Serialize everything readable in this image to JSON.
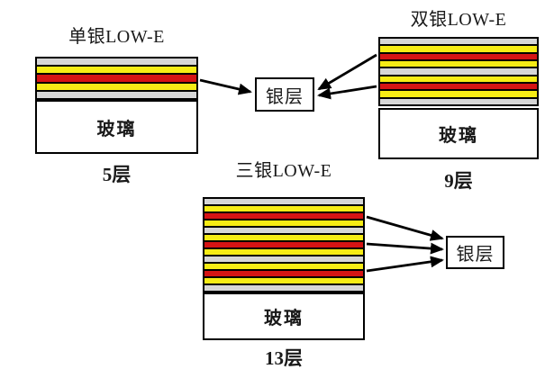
{
  "labels": {
    "silver_layer": "银层"
  },
  "colors": {
    "gray": "#d6d6d6",
    "yellow": "#f6ec15",
    "red": "#d51414",
    "glass": "#ffffff",
    "border": "#000000"
  },
  "stacks": [
    {
      "id": "single-silver",
      "title": "单银LOW-E",
      "layers": [
        "gray",
        "yellow",
        "red",
        "yellow",
        "gray"
      ],
      "glass_label": "玻璃",
      "count_label": "5层"
    },
    {
      "id": "double-silver",
      "title": "双银LOW-E",
      "layers": [
        "gray",
        "yellow",
        "red",
        "yellow",
        "gray",
        "yellow",
        "red",
        "yellow",
        "gray"
      ],
      "glass_label": "玻璃",
      "count_label": "9层"
    },
    {
      "id": "triple-silver",
      "title": "三银LOW-E",
      "layers": [
        "gray",
        "yellow",
        "red",
        "yellow",
        "gray",
        "yellow",
        "red",
        "yellow",
        "gray",
        "yellow",
        "red",
        "yellow",
        "gray"
      ],
      "glass_label": "玻璃",
      "count_label": "13层"
    }
  ]
}
